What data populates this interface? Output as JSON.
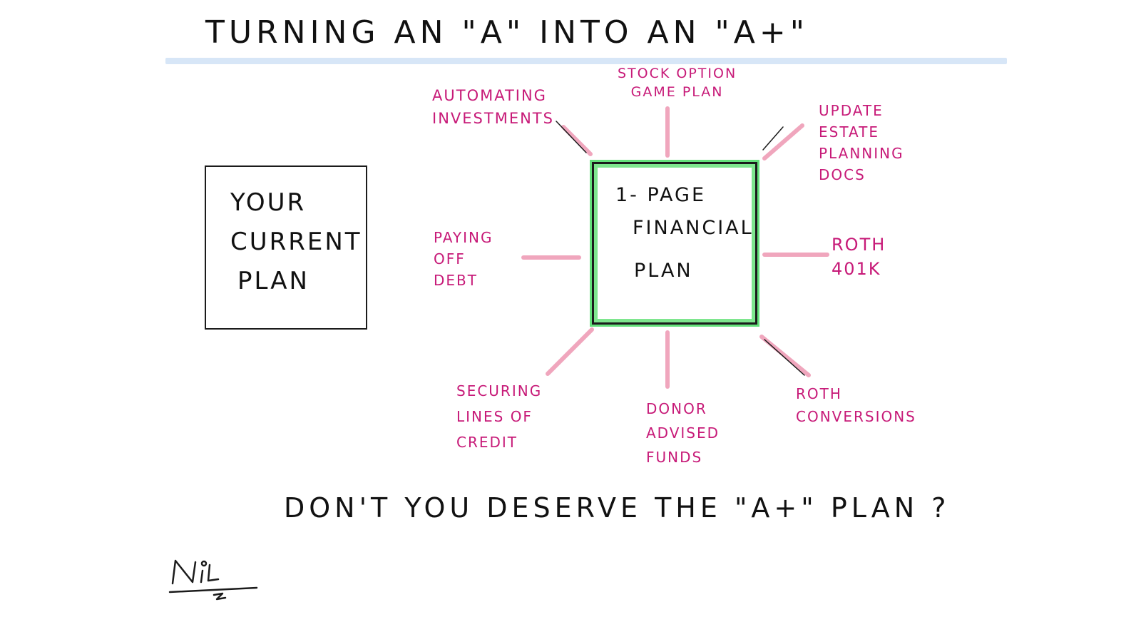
{
  "title": "Turning An \"A\" Into An \"A+\"",
  "current_plan": {
    "lines": [
      "Your",
      "Current",
      "Plan"
    ]
  },
  "center_plan": {
    "lines": [
      "1- Page",
      "Financial",
      "Plan"
    ]
  },
  "spoke_labels": {
    "automating": "Automating\nInvestments",
    "stock_option": "Stock Option\nGame Plan",
    "estate": "Update\nEstate\nPlanning\nDocs",
    "paying_debt": "Paying\nOff\nDebt",
    "roth_401k": "Roth\n401k",
    "securing_credit": "Securing\nLines of\nCredit",
    "donor_funds": "Donor\nAdvised\nFunds",
    "roth_conversions": "Roth\nConversions"
  },
  "tagline": "Don't You Deserve The \"A+\" Plan ?",
  "colors": {
    "ink": "#1b1b1b",
    "accent": "#c71a78",
    "spoke": "#f0a6bd",
    "highlight": "#63e07a",
    "rule": "#d7e6f7"
  }
}
